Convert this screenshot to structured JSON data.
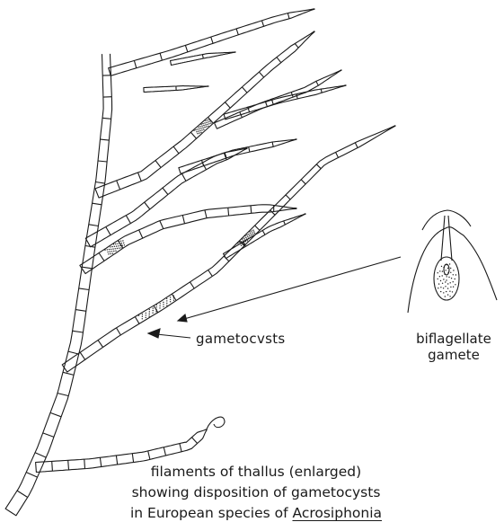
{
  "labels": {
    "gametocysts": "gametocvsts",
    "biflagellate_line1": "biflagellate",
    "biflagellate_line2": "gamete"
  },
  "caption": {
    "line1": "filaments of thallus (enlarged)",
    "line2": "showing disposition of gametocysts",
    "line3_prefix": "in European species of ",
    "line3_genus": "Acrosiphonia"
  },
  "colors": {
    "ink": "#1a1a1a",
    "background": "#ffffff"
  }
}
